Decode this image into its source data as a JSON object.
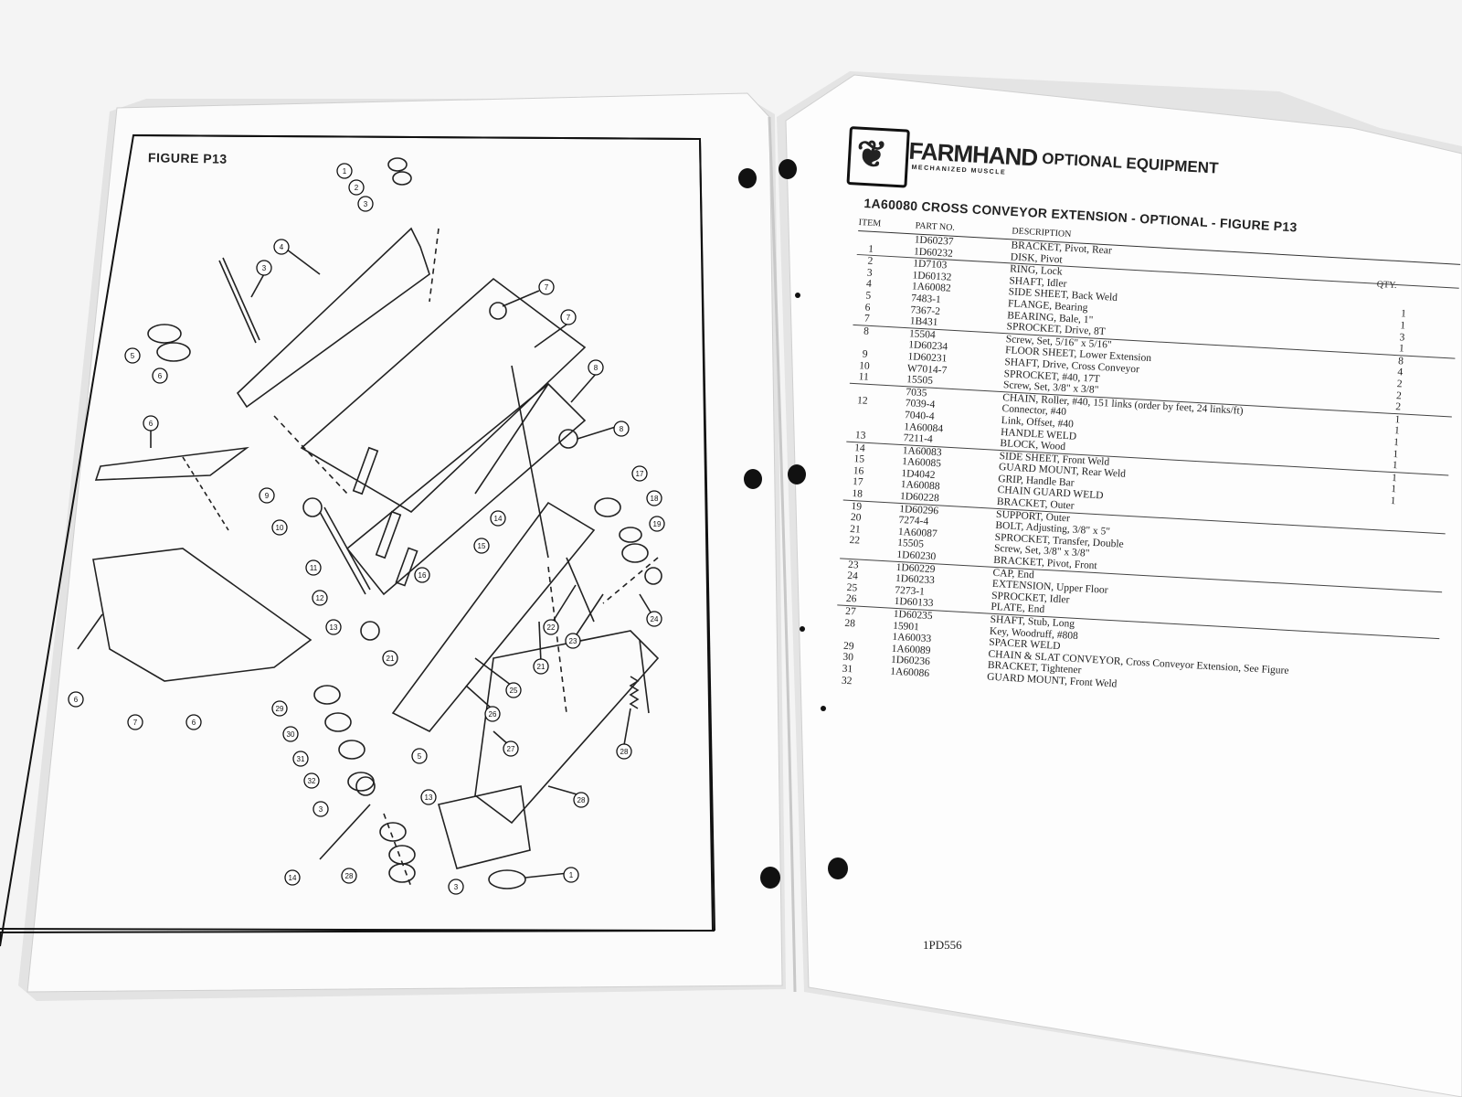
{
  "figure": {
    "title": "FIGURE  P13",
    "callouts": [
      "1",
      "2",
      "3",
      "3",
      "4",
      "5",
      "6",
      "6",
      "7",
      "7",
      "8",
      "8",
      "9",
      "10",
      "11",
      "12",
      "13",
      "14",
      "15",
      "16",
      "17",
      "18",
      "19",
      "21",
      "21",
      "22",
      "23",
      "24",
      "25",
      "26",
      "27",
      "28",
      "28",
      "29",
      "30",
      "31",
      "32",
      "3",
      "6",
      "7",
      "6",
      "5",
      "13",
      "14",
      "28",
      "3"
    ]
  },
  "header": {
    "brand": "FARMHAND",
    "tagline": "MECHANIZED MUSCLE",
    "section": "OPTIONAL  EQUIPMENT"
  },
  "doc_title": "1A60080  CROSS  CONVEYOR  EXTENSION  -  OPTIONAL  -  FIGURE  P13",
  "table": {
    "headers": {
      "item": "ITEM",
      "part": "PART NO.",
      "desc": "DESCRIPTION",
      "qty": "QTY."
    },
    "rows": [
      {
        "item": "",
        "part": "1D60237",
        "desc": "BRACKET, Pivot, Rear",
        "qty": ""
      },
      {
        "item": "1",
        "part": "1D60232",
        "desc": "DISK, Pivot",
        "qty": ""
      },
      {
        "item": "2",
        "part": "1D7103",
        "desc": "RING, Lock",
        "qty": ""
      },
      {
        "item": "3",
        "part": "1D60132",
        "desc": "SHAFT, Idler",
        "qty": ""
      },
      {
        "item": "4",
        "part": "1A60082",
        "desc": "SIDE SHEET, Back Weld",
        "qty": "1"
      },
      {
        "item": "5",
        "part": "7483-1",
        "desc": "FLANGE, Bearing",
        "qty": "1"
      },
      {
        "item": "6",
        "part": "7367-2",
        "desc": "BEARING, Bale, 1\"",
        "qty": "3"
      },
      {
        "item": "7",
        "part": "1B431",
        "desc": "SPROCKET, Drive, 8T",
        "qty": "1"
      },
      {
        "item": "8",
        "part": "15504",
        "desc": "    Screw, Set, 5/16\" x 5/16\"",
        "qty": "8"
      },
      {
        "item": "",
        "part": "1D60234",
        "desc": "FLOOR SHEET, Lower Extension",
        "qty": "4"
      },
      {
        "item": "9",
        "part": "1D60231",
        "desc": "SHAFT, Drive, Cross Conveyor",
        "qty": "2"
      },
      {
        "item": "10",
        "part": "W7014-7",
        "desc": "SPROCKET, #40, 17T",
        "qty": "2"
      },
      {
        "item": "11",
        "part": "15505",
        "desc": "    Screw, Set, 3/8\" x 3/8\"",
        "qty": "2"
      },
      {
        "item": "",
        "part": "7035",
        "desc": "CHAIN, Roller, #40, 151 links (order by feet, 24 links/ft)",
        "qty": "1"
      },
      {
        "item": "12",
        "part": "7039-4",
        "desc": "    Connector, #40",
        "qty": "1"
      },
      {
        "item": "",
        "part": "7040-4",
        "desc": "    Link, Offset, #40",
        "qty": "1"
      },
      {
        "item": "",
        "part": "1A60084",
        "desc": "HANDLE WELD",
        "qty": "1"
      },
      {
        "item": "13",
        "part": "7211-4",
        "desc": "BLOCK, Wood",
        "qty": "1"
      },
      {
        "item": "14",
        "part": "1A60083",
        "desc": "SIDE SHEET, Front Weld",
        "qty": "1"
      },
      {
        "item": "15",
        "part": "1A60085",
        "desc": "GUARD MOUNT, Rear Weld",
        "qty": "1"
      },
      {
        "item": "16",
        "part": "1D4042",
        "desc": "GRIP, Handle Bar",
        "qty": "1"
      },
      {
        "item": "17",
        "part": "1A60088",
        "desc": "CHAIN GUARD WELD",
        "qty": ""
      },
      {
        "item": "18",
        "part": "1D60228",
        "desc": "BRACKET, Outer",
        "qty": ""
      },
      {
        "item": "19",
        "part": "1D60296",
        "desc": "SUPPORT, Outer",
        "qty": ""
      },
      {
        "item": "20",
        "part": "7274-4",
        "desc": "BOLT, Adjusting, 3/8\" x 5\"",
        "qty": ""
      },
      {
        "item": "21",
        "part": "1A60087",
        "desc": "SPROCKET, Transfer, Double",
        "qty": ""
      },
      {
        "item": "22",
        "part": "15505",
        "desc": "    Screw, Set, 3/8\" x 3/8\"",
        "qty": ""
      },
      {
        "item": "",
        "part": "1D60230",
        "desc": "BRACKET, Pivot, Front",
        "qty": ""
      },
      {
        "item": "23",
        "part": "1D60229",
        "desc": "CAP, End",
        "qty": ""
      },
      {
        "item": "24",
        "part": "1D60233",
        "desc": "EXTENSION, Upper Floor",
        "qty": ""
      },
      {
        "item": "25",
        "part": "7273-1",
        "desc": "SPROCKET, Idler",
        "qty": ""
      },
      {
        "item": "26",
        "part": "1D60133",
        "desc": "PLATE, End",
        "qty": ""
      },
      {
        "item": "27",
        "part": "1D60235",
        "desc": "SHAFT, Stub, Long",
        "qty": ""
      },
      {
        "item": "28",
        "part": "15901",
        "desc": "    Key, Woodruff, #808",
        "qty": ""
      },
      {
        "item": "",
        "part": "1A60033",
        "desc": "SPACER WELD",
        "qty": ""
      },
      {
        "item": "29",
        "part": "1A60089",
        "desc": "CHAIN & SLAT CONVEYOR, Cross Conveyor Extension, See Figure",
        "qty": ""
      },
      {
        "item": "30",
        "part": "1D60236",
        "desc": "BRACKET, Tightener",
        "qty": ""
      },
      {
        "item": "31",
        "part": "1A60086",
        "desc": "GUARD MOUNT, Front Weld",
        "qty": ""
      },
      {
        "item": "32",
        "part": "",
        "desc": "",
        "qty": ""
      }
    ]
  },
  "footer": {
    "code": "1PD556"
  }
}
